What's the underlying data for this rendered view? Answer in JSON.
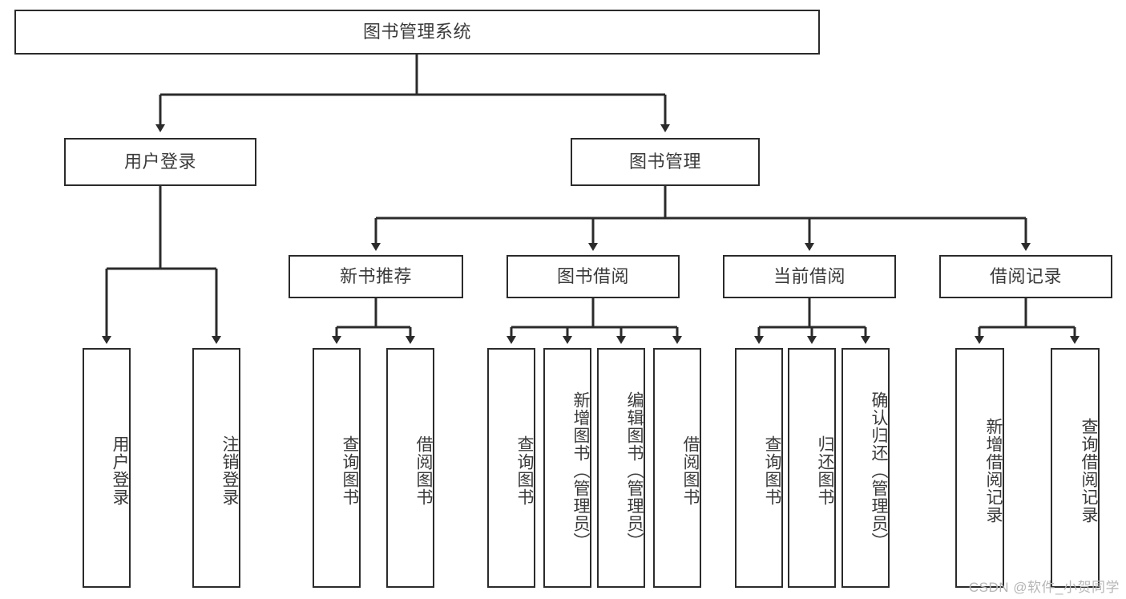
{
  "diagram": {
    "title": "图书管理系统",
    "type": "tree",
    "root": {
      "label": "图书管理系统"
    },
    "level2": [
      {
        "label": "用户登录"
      },
      {
        "label": "图书管理"
      }
    ],
    "level3": [
      {
        "label": "新书推荐"
      },
      {
        "label": "图书借阅"
      },
      {
        "label": "当前借阅"
      },
      {
        "label": "借阅记录"
      }
    ],
    "leaves": {
      "user_login": [
        {
          "label": "用户登录"
        },
        {
          "label": "注销登录"
        }
      ],
      "new_book_recommend": [
        {
          "label": "查询图书"
        },
        {
          "label": "借阅图书"
        }
      ],
      "book_borrow": [
        {
          "label": "查询图书"
        },
        {
          "label": "新增图书（管理员）"
        },
        {
          "label": "编辑图书（管理员）"
        },
        {
          "label": "借阅图书"
        }
      ],
      "current_borrow": [
        {
          "label": "查询图书"
        },
        {
          "label": "归还图书"
        },
        {
          "label": "确认归还（管理员）"
        }
      ],
      "borrow_record": [
        {
          "label": "新增借阅记录"
        },
        {
          "label": "查询借阅记录"
        }
      ]
    }
  },
  "watermark": {
    "text": "CSDN @软件_小贺同学"
  },
  "colors": {
    "stroke": "#2b2b2b",
    "text": "#3a3a3a",
    "background": "#ffffff",
    "watermark": "#b6b6b6"
  }
}
